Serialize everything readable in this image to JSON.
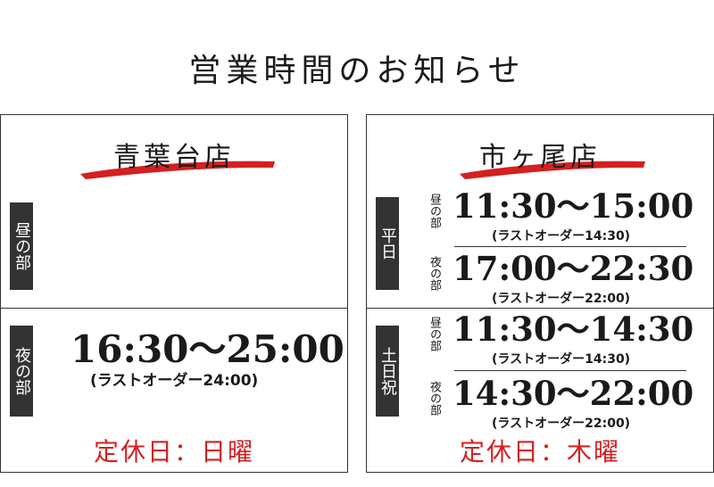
{
  "page_title": "営業時間のお知らせ",
  "colors": {
    "accent_red": "#d42020",
    "label_bg": "#333333"
  },
  "stores": [
    {
      "name": "青葉台店",
      "sections": [
        {
          "label": "昼の部"
        },
        {
          "label": "夜の部",
          "time": "16:30〜25:00",
          "last_order": "(ラストオーダー24:00)"
        }
      ],
      "closed_day": "定休日：日曜"
    },
    {
      "name": "市ヶ尾店",
      "groups": [
        {
          "label": "平日",
          "slots": [
            {
              "sublabel": "昼の部",
              "time": "11:30〜15:00",
              "last_order": "(ラストオーダー14:30)"
            },
            {
              "sublabel": "夜の部",
              "time": "17:00〜22:30",
              "last_order": "(ラストオーダー22:00)"
            }
          ]
        },
        {
          "label": "土日祝",
          "slots": [
            {
              "sublabel": "昼の部",
              "time": "11:30〜14:30",
              "last_order": "(ラストオーダー14:30)"
            },
            {
              "sublabel": "夜の部",
              "time": "14:30〜22:00",
              "last_order": "(ラストオーダー22:00)"
            }
          ]
        }
      ],
      "closed_day": "定休日：木曜"
    }
  ]
}
